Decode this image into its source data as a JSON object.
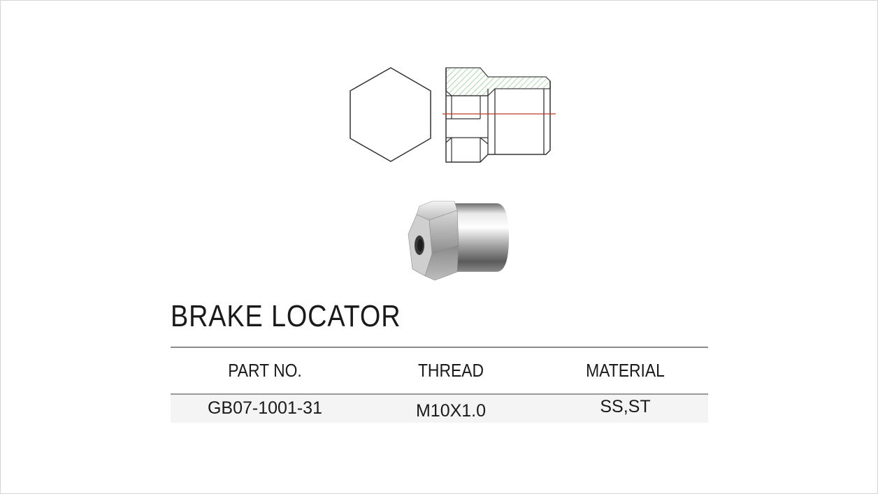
{
  "title": "BRAKE LOCATOR",
  "table": {
    "headers": [
      "PART NO.",
      "THREAD",
      "MATERIAL"
    ],
    "rows": [
      [
        "GB07-1001-31",
        "M10X1.0",
        "SS,ST"
      ]
    ]
  },
  "colors": {
    "hatch": "#7fbf7f",
    "centerline": "#c0392b",
    "rule": "#8c8c8c"
  },
  "icons": {
    "drawing": "hex-nut-technical-drawing",
    "photo": "brake-locator-product-photo"
  }
}
